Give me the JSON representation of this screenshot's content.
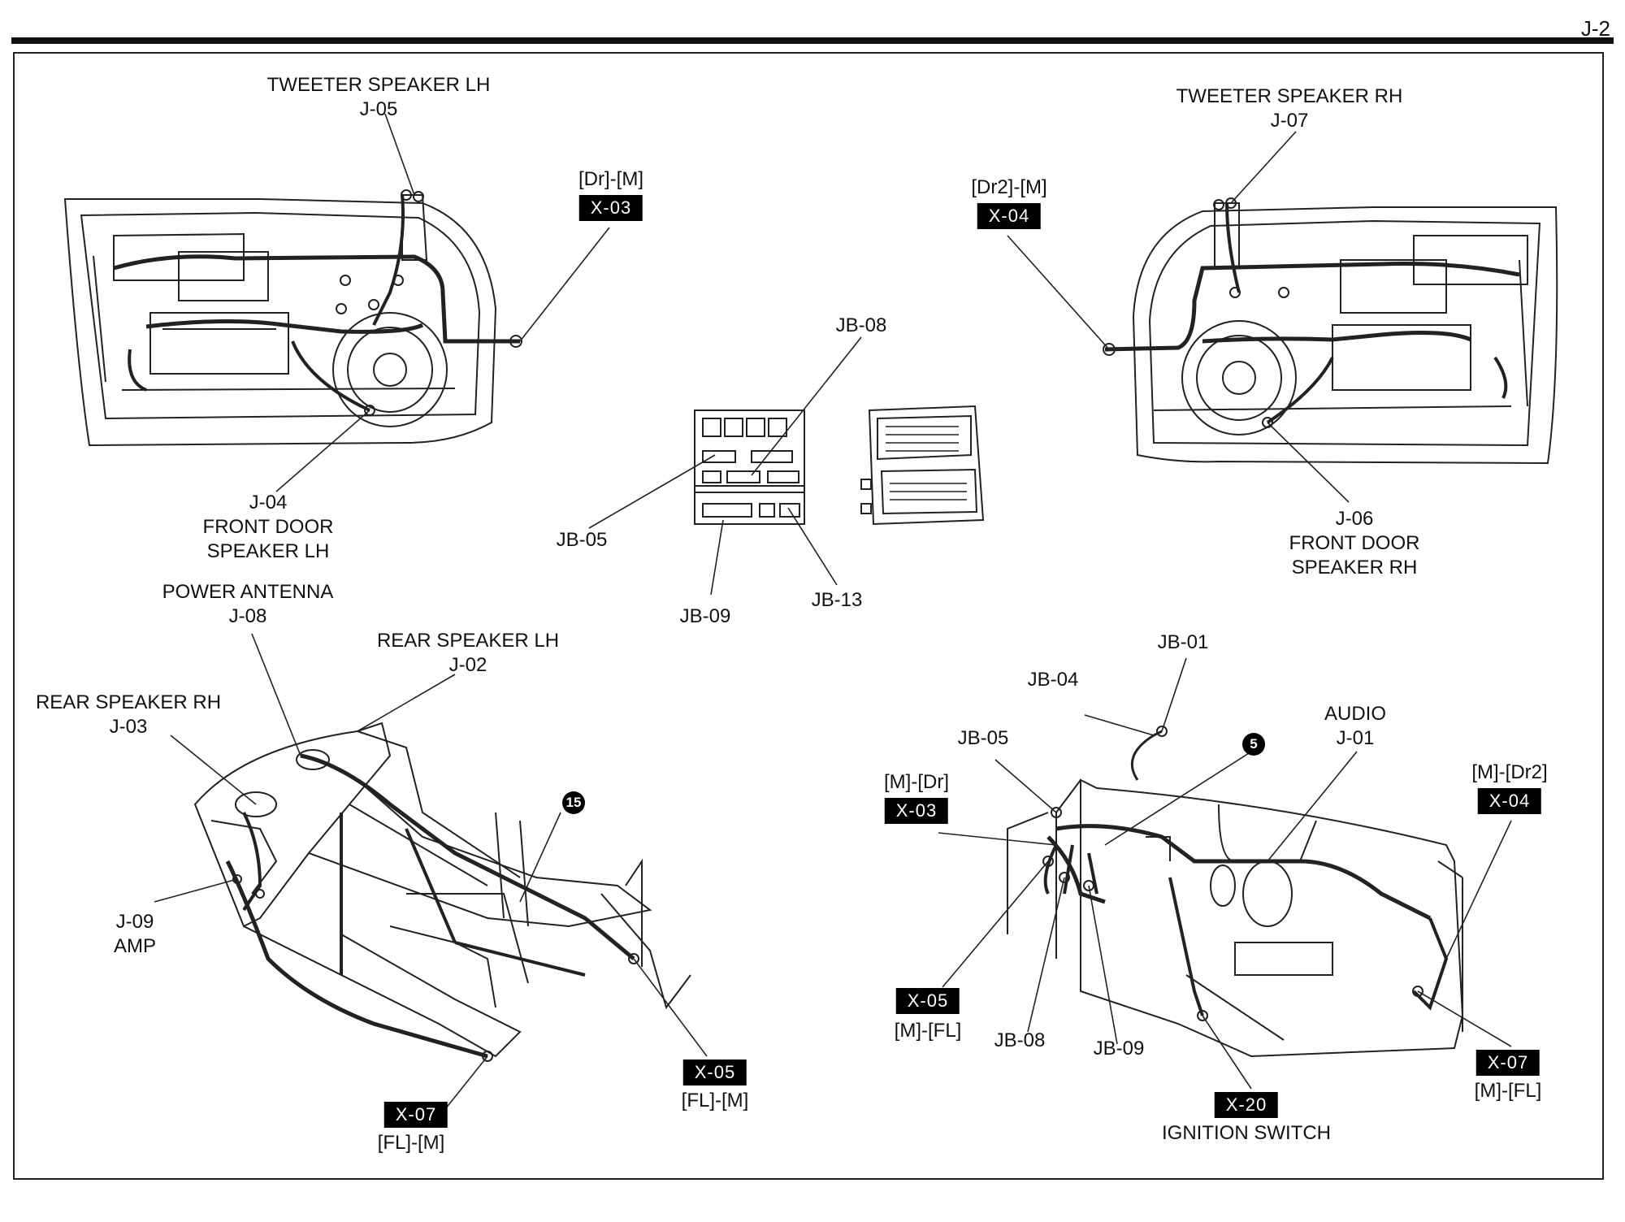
{
  "page_number": "J-2",
  "labels": {
    "tweeter_lh": {
      "line1": "TWEETER SPEAKER LH",
      "line2": "J-05"
    },
    "tweeter_rh": {
      "line1": "TWEETER SPEAKER RH",
      "line2": "J-07"
    },
    "front_door_lh": {
      "line1": "J-04",
      "line2": "FRONT DOOR",
      "line3": "SPEAKER LH"
    },
    "front_door_rh": {
      "line1": "J-06",
      "line2": "FRONT DOOR",
      "line3": "SPEAKER RH"
    },
    "power_antenna": {
      "line1": "POWER ANTENNA",
      "line2": "J-08"
    },
    "rear_speaker_lh": {
      "line1": "REAR SPEAKER LH",
      "line2": "J-02"
    },
    "rear_speaker_rh": {
      "line1": "REAR SPEAKER RH",
      "line2": "J-03"
    },
    "amp": {
      "line1": "J-09",
      "line2": "AMP"
    },
    "audio": {
      "line1": "AUDIO",
      "line2": "J-01"
    },
    "jb_08_top": "JB-08",
    "jb_05_top": "JB-05",
    "jb_09_top": "JB-09",
    "jb_13": "JB-13",
    "jb_01": "JB-01",
    "jb_04": "JB-04",
    "jb_05_dash": "JB-05",
    "jb_08_dash": "JB-08",
    "jb_09_dash": "JB-09",
    "ignition_switch": "IGNITION SWITCH"
  },
  "connectors": {
    "x03_door": {
      "code": "X-03",
      "sub": "[Dr]-[M]"
    },
    "x04_door": {
      "code": "X-04",
      "sub": "[Dr2]-[M]"
    },
    "x07_floor": {
      "code": "X-07",
      "sub": "[FL]-[M]"
    },
    "x05_floor": {
      "code": "X-05",
      "sub": "[FL]-[M]"
    },
    "x03_dash": {
      "code": "X-03",
      "sub": "[M]-[Dr]"
    },
    "x04_dash": {
      "code": "X-04",
      "sub": "[M]-[Dr2]"
    },
    "x05_dash": {
      "code": "X-05",
      "sub": "[M]-[FL]"
    },
    "x07_dash": {
      "code": "X-07",
      "sub": "[M]-[FL]"
    },
    "x20_dash": {
      "code": "X-20"
    }
  },
  "ground_points": {
    "g15": "15",
    "g5": "5"
  }
}
